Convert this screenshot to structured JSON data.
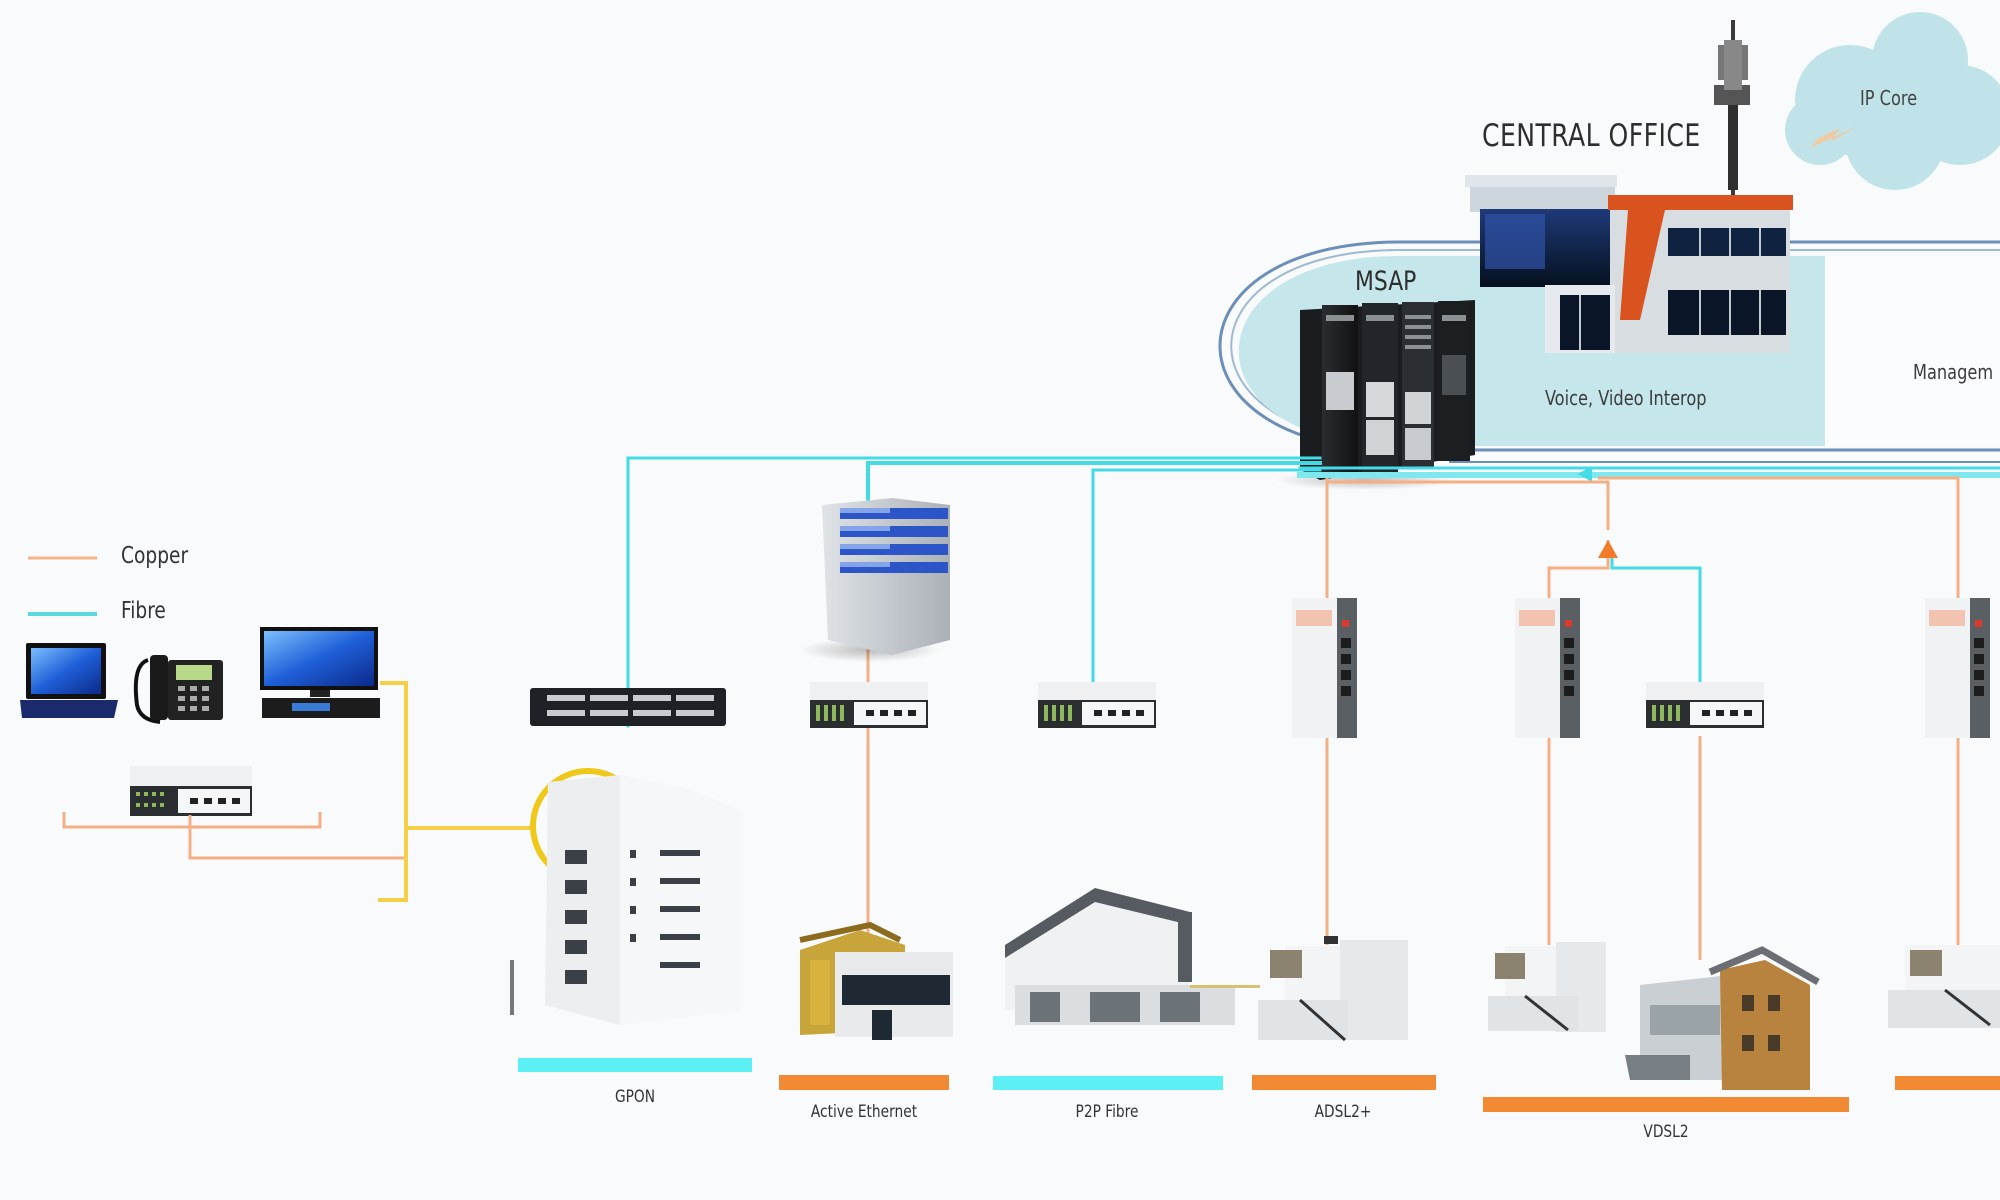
{
  "diagram": {
    "title": "CENTRAL OFFICE",
    "hub_label": "MSAP",
    "cloud_label": "IP Core",
    "services_label": "Voice, Video Interop",
    "management_label_partial": "Managem"
  },
  "legend": {
    "items": [
      {
        "label": "Copper",
        "color": "#f5b48a"
      },
      {
        "label": "Fibre",
        "color": "#5ad8e0"
      }
    ]
  },
  "colors": {
    "copper": "#f4b084",
    "fibre": "#45dbe6",
    "home_link": "#f5cf45",
    "bar_copper": "#f28a33",
    "bar_fibre": "#5cf0f5",
    "cloud": "#bfe3e8",
    "co_panel": "#c5e6ea",
    "accent_orange": "#d9531e"
  },
  "access_technologies": [
    {
      "label": "GPON",
      "medium": "Fibre"
    },
    {
      "label": "Active Ethernet",
      "medium": "Copper"
    },
    {
      "label": "P2P Fibre",
      "medium": "Fibre"
    },
    {
      "label": "ADSL2+",
      "medium": "Copper"
    },
    {
      "label": "VDSL2",
      "medium": "Copper"
    },
    {
      "label": "",
      "medium": "Copper"
    }
  ],
  "home_devices": [
    "laptop",
    "desk-phone",
    "tv-set-top-box",
    "home-gateway"
  ]
}
